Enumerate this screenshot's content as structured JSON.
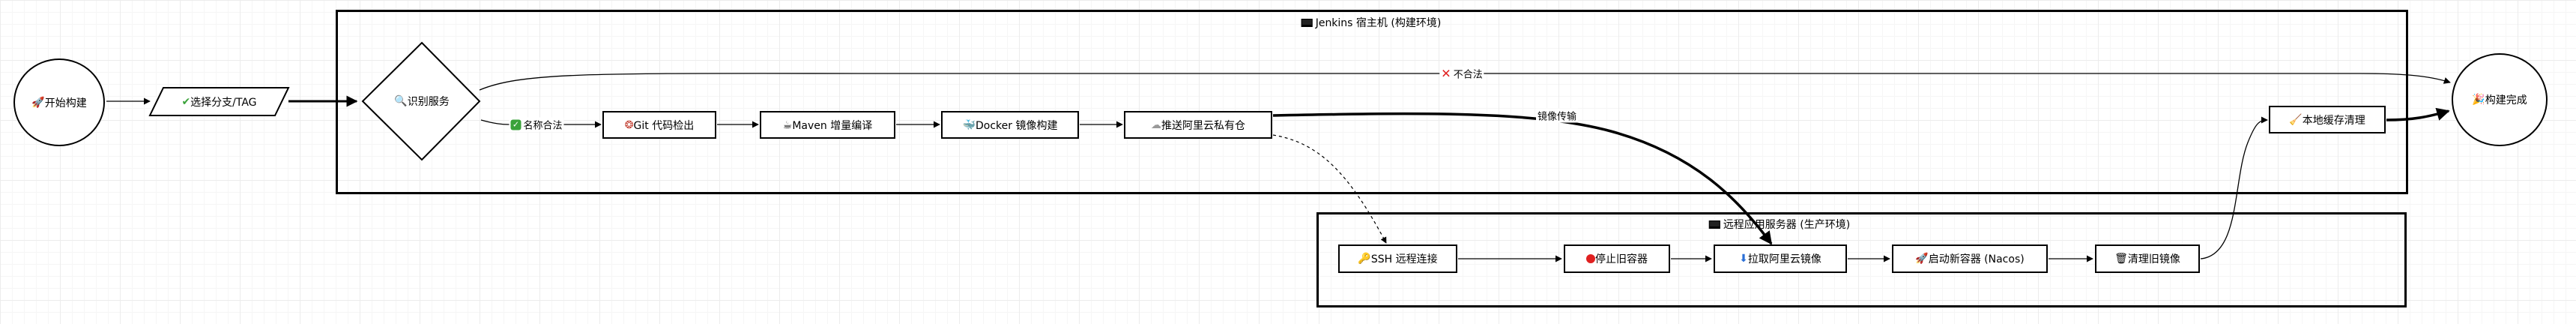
{
  "groups": {
    "jenkins": {
      "title": "Jenkins 宿主机 (构建环境)",
      "icon": "monitor-icon"
    },
    "remote": {
      "title": "远程应用服务器 (生产环境)",
      "icon": "monitor-icon"
    }
  },
  "nodes": {
    "start": {
      "label": "开始构建",
      "icon": "rocket-icon"
    },
    "select_branch": {
      "label": "选择分支/TAG",
      "icon": "checkmark-icon"
    },
    "identify": {
      "label": "识别服务",
      "icon": "magnifier-icon"
    },
    "git": {
      "label": "Git 代码检出",
      "icon": "octocat-icon"
    },
    "maven": {
      "label": "Maven 增量编译",
      "icon": "coffee-icon"
    },
    "docker_build": {
      "label": "Docker 镜像构建",
      "icon": "whale-icon"
    },
    "push": {
      "label": "推送阿里云私有仓",
      "icon": "cloud-icon"
    },
    "cleanup_local": {
      "label": "本地缓存清理",
      "icon": "broom-icon"
    },
    "done": {
      "label": "构建完成",
      "icon": "party-icon"
    },
    "ssh": {
      "label": "SSH 远程连接",
      "icon": "key-icon"
    },
    "stop": {
      "label": "停止旧容器",
      "icon": "stop-icon"
    },
    "pull": {
      "label": "拉取阿里云镜像",
      "icon": "download-icon"
    },
    "run": {
      "label": "启动新容器 (Nacos)",
      "icon": "rocket-icon"
    },
    "clean_images": {
      "label": "清理旧镜像",
      "icon": "trash-icon"
    }
  },
  "edge_labels": {
    "invalid": "不合法",
    "valid": "名称合法",
    "transfer": "镜像传输"
  },
  "colors": {
    "line": "#000000",
    "ok": "#3aa23a",
    "error": "#e02020",
    "grid": "#ececec"
  }
}
